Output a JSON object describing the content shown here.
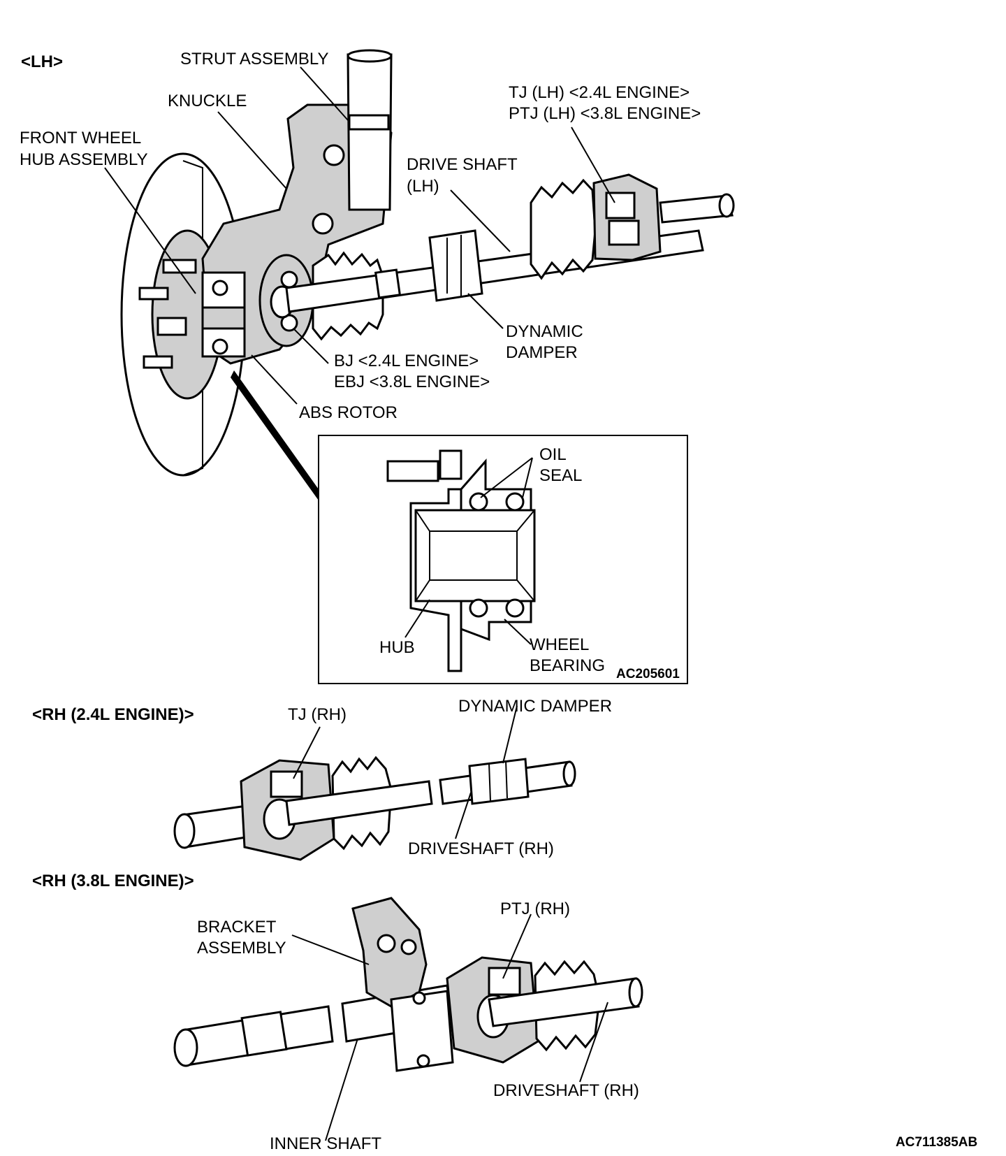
{
  "sections": {
    "lh": "<LH>",
    "rh24": "<RH (2.4L ENGINE)>",
    "rh38": "<RH (3.8L ENGINE)>"
  },
  "labels": {
    "strut_assembly": "STRUT ASSEMBLY",
    "knuckle": "KNUCKLE",
    "front_wheel_hub_1": "FRONT WHEEL",
    "front_wheel_hub_2": "HUB ASSEMBLY",
    "tj_lh_1": "TJ (LH) <2.4L ENGINE>",
    "tj_lh_2": "PTJ (LH) <3.8L ENGINE>",
    "drive_shaft_lh_1": "DRIVE SHAFT",
    "drive_shaft_lh_2": "(LH)",
    "dynamic_damper_1": "DYNAMIC",
    "dynamic_damper_2": "DAMPER",
    "bj_1": "BJ <2.4L ENGINE>",
    "bj_2": "EBJ <3.8L ENGINE>",
    "abs_rotor": "ABS ROTOR",
    "oil_seal_1": "OIL",
    "oil_seal_2": "SEAL",
    "hub": "HUB",
    "wheel_bearing_1": "WHEEL",
    "wheel_bearing_2": "BEARING",
    "inset_code": "AC205601",
    "tj_rh": "TJ (RH)",
    "dynamic_damper_rh": "DYNAMIC DAMPER",
    "driveshaft_rh_a": "DRIVESHAFT (RH)",
    "ptj_rh": "PTJ (RH)",
    "bracket_1": "BRACKET",
    "bracket_2": "ASSEMBLY",
    "driveshaft_rh_b": "DRIVESHAFT (RH)",
    "inner_shaft": "INNER SHAFT",
    "figure_code": "AC711385AB"
  }
}
